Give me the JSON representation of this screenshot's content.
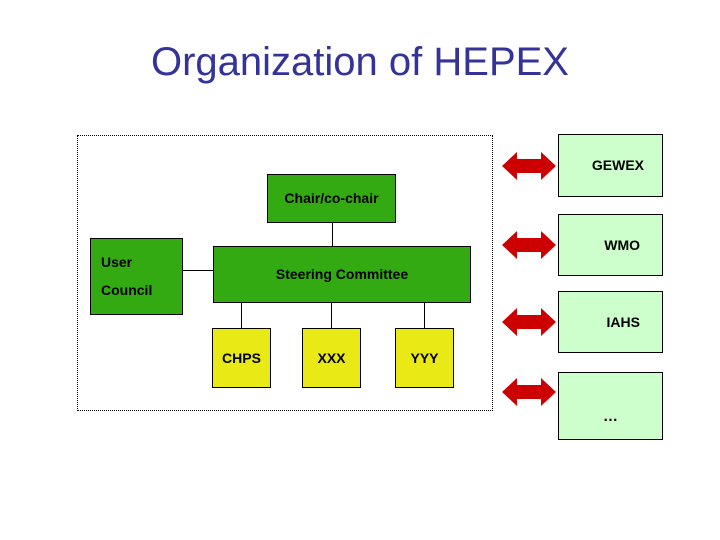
{
  "slide": {
    "title": "Organization of HEPEX",
    "title_color": "#333399",
    "background": "#ffffff"
  },
  "palette": {
    "core_box_fill": "#33aa11",
    "project_box_fill": "#e9e916",
    "partner_box_fill": "#ccffcc",
    "arrow_fill": "#cc0000",
    "border": "#000000"
  },
  "group_frame": {
    "name": "hepex-scope-dotted-frame",
    "style": "dotted"
  },
  "core_nodes": [
    {
      "id": "chair",
      "label": "Chair/co-chair",
      "fill": "#33aa11"
    },
    {
      "id": "steering",
      "label": "Steering Committee",
      "fill": "#33aa11"
    },
    {
      "id": "user_council",
      "label_line1": "User",
      "label_line2": "Council",
      "fill": "#33aa11"
    }
  ],
  "project_nodes": [
    {
      "id": "chps",
      "label": "CHPS",
      "fill": "#e9e916"
    },
    {
      "id": "xxx",
      "label": "XXX",
      "fill": "#e9e916"
    },
    {
      "id": "yyy",
      "label": "YYY",
      "fill": "#e9e916"
    }
  ],
  "partner_nodes": [
    {
      "id": "gewex",
      "label": "GEWEX",
      "fill": "#ccffcc",
      "link": "double-arrow"
    },
    {
      "id": "wmo",
      "label": "WMO",
      "fill": "#ccffcc",
      "link": "double-arrow"
    },
    {
      "id": "iahs",
      "label": "IAHS",
      "fill": "#ccffcc",
      "link": "double-arrow"
    },
    {
      "id": "etc",
      "label": "…",
      "fill": "#ccffcc",
      "link": "double-arrow"
    }
  ],
  "connectors": [
    {
      "id": "chair_to_steering",
      "from": "chair",
      "to": "steering",
      "orientation": "vertical"
    },
    {
      "id": "user_council_to_steering",
      "from": "user_council",
      "to": "steering",
      "orientation": "horizontal"
    },
    {
      "id": "steering_to_chps",
      "from": "steering",
      "to": "chps",
      "orientation": "vertical"
    },
    {
      "id": "steering_to_xxx",
      "from": "steering",
      "to": "xxx",
      "orientation": "vertical"
    },
    {
      "id": "steering_to_yyy",
      "from": "steering",
      "to": "yyy",
      "orientation": "vertical"
    }
  ]
}
